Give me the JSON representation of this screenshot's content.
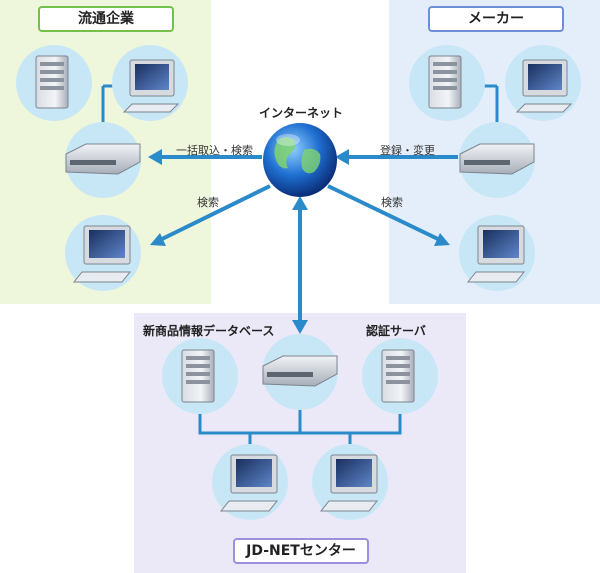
{
  "zones": {
    "distribution": {
      "title": "流通企業"
    },
    "maker": {
      "title": "メーカー"
    },
    "center": {
      "title": "JD-NETセンター"
    }
  },
  "internet": {
    "label": "インターネット"
  },
  "arrows": {
    "to_distribution": "一括取込・検索",
    "to_distribution_pc": "検索",
    "from_maker": "登録・変更",
    "to_maker_pc": "検索"
  },
  "center_servers": {
    "database": "新商品情報データベース",
    "auth": "認証サーバ"
  },
  "colors": {
    "arrow": "#2b8ac9",
    "circle": "#c8e7f6",
    "zone_distribution": "#eef6dc",
    "zone_maker": "#e4eefb",
    "zone_center": "#ebe9f8"
  }
}
